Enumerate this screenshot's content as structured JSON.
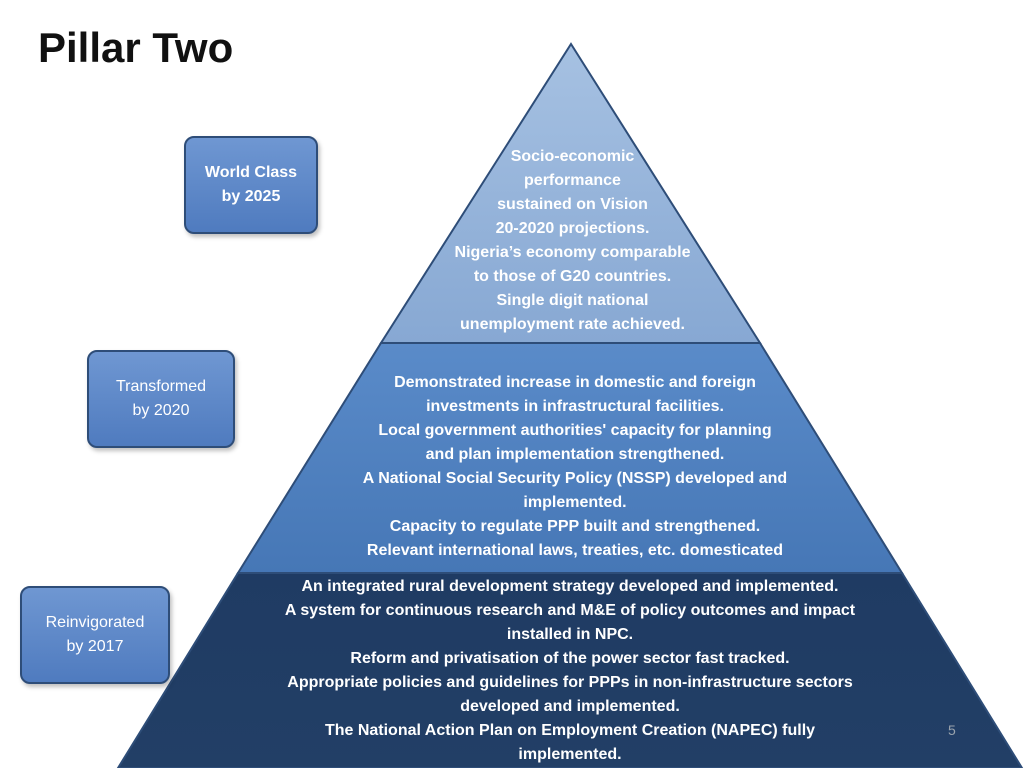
{
  "title": "Pillar Two",
  "page_number": "5",
  "colors": {
    "tier_top": "#95b3d7",
    "tier_middle": "#4f81bd",
    "tier_bottom": "#1f3a5f",
    "stroke": "#2e4d78",
    "stage_box": "#5b86c5"
  },
  "stages": {
    "world_class": [
      "World Class",
      "by 2025"
    ],
    "transformed": [
      "Transformed",
      "by 2020"
    ],
    "reinvigorated": [
      "Reinvigorated",
      "by 2017"
    ]
  },
  "tiers": {
    "top": [
      "Socio-economic",
      "performance",
      "sustained on Vision",
      "20-2020 projections.",
      "Nigeria’s economy comparable",
      "to those of G20 countries.",
      "Single digit national",
      "unemployment rate achieved."
    ],
    "middle": [
      "Demonstrated increase in domestic and foreign",
      "investments in infrastructural facilities.",
      "Local government authorities' capacity for planning",
      "and plan implementation strengthened.",
      "A National Social Security Policy (NSSP) developed and",
      "implemented.",
      "Capacity to regulate PPP built and strengthened.",
      "Relevant international laws, treaties, etc. domesticated"
    ],
    "bottom": [
      "An integrated rural development strategy developed and implemented.",
      "A system for continuous research and M&E of policy outcomes and impact",
      "installed in NPC.",
      "Reform and privatisation of the power sector fast tracked.",
      "Appropriate policies and guidelines for PPPs in non-infrastructure sectors",
      "developed and implemented.",
      "The National Action Plan on Employment Creation (NAPEC) fully",
      "implemented."
    ]
  }
}
